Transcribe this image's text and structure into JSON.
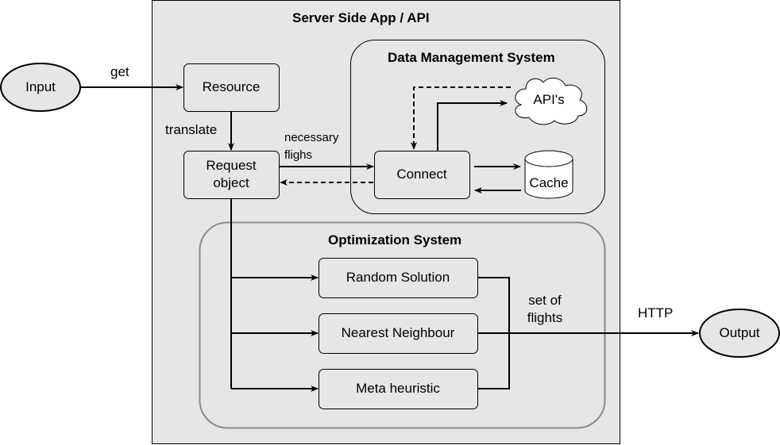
{
  "diagram": {
    "server": {
      "title": "Server Side App / API"
    },
    "data_management": {
      "title": "Data Management System",
      "connect": "Connect",
      "apis": "API's",
      "cache": "Cache"
    },
    "optimization": {
      "title": "Optimization System",
      "random": "Random Solution",
      "nearest": "Nearest Neighbour",
      "meta": "Meta heuristic"
    },
    "nodes": {
      "input": "Input",
      "output": "Output",
      "resource": "Resource",
      "request_line1": "Request",
      "request_line2": "object"
    },
    "edges": {
      "get": "get",
      "translate": "translate",
      "necessary_line1": "necessary",
      "necessary_line2": "flighs",
      "set_line1": "set of",
      "set_line2": "flights",
      "http": "HTTP"
    }
  }
}
